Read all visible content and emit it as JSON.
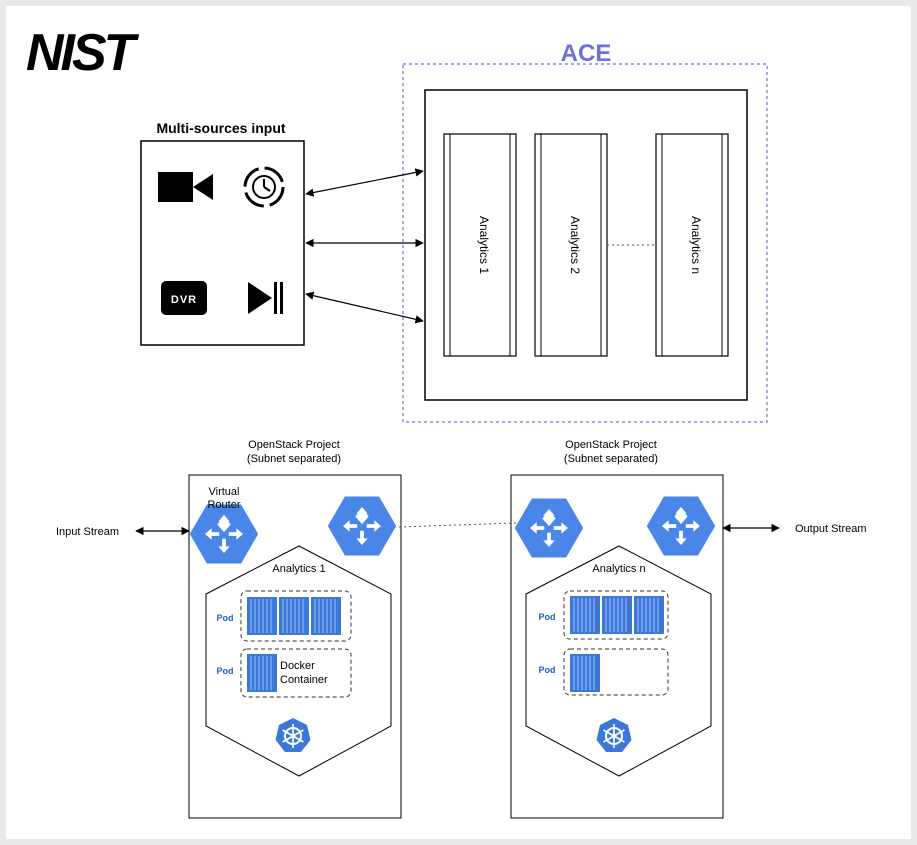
{
  "logo": "NIST",
  "ace": {
    "title": "ACE",
    "analytics": [
      "Analytics 1",
      "Analytics 2",
      "Analytics n"
    ]
  },
  "sources": {
    "title": "Multi-sources input",
    "icons": [
      "video-camera-icon",
      "clock-refresh-icon",
      "dvr-icon",
      "play-pause-icon"
    ],
    "dvr_label": "DVR"
  },
  "projects": [
    {
      "caption_line1": "OpenStack Project",
      "caption_line2": "(Subnet separated)",
      "router_label_line1": "Virtual",
      "router_label_line2": "Router",
      "analytics_label": "Analytics 1",
      "pod_label": "Pod",
      "container_label_line1": "Docker",
      "container_label_line2": "Container"
    },
    {
      "caption_line1": "OpenStack Project",
      "caption_line2": "(Subnet separated)",
      "analytics_label": "Analytics n",
      "pod_label": "Pod"
    }
  ],
  "input_stream": "Input Stream",
  "output_stream": "Output Stream",
  "colors": {
    "router_blue": "#4a86e8",
    "ace_border": "#6f6fe0",
    "container_blue": "#3c78d8",
    "pod_label": "#1f5fbf"
  }
}
